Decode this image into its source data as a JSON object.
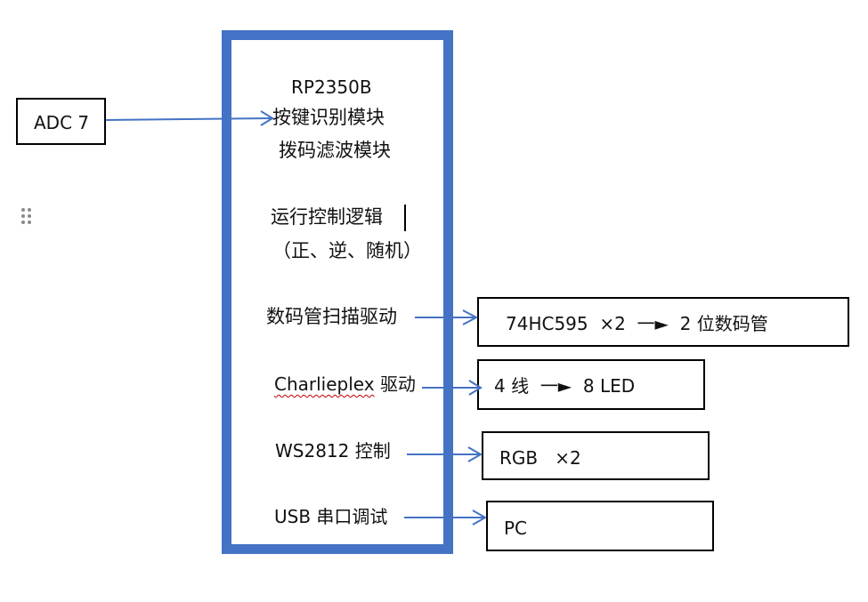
{
  "diagram": {
    "colors": {
      "mcu_border": "#4472c4",
      "arrow": "#4472c4",
      "box_border": "#000000"
    },
    "input_block": {
      "label": "ADC 7"
    },
    "mcu": {
      "title": "RP2350B",
      "modules": [
        "按键识别模块",
        "拨码滤波模块",
        "运行控制逻辑",
        "（正、逆、随机）",
        "数码管扫描驱动",
        "Charlieplex",
        "驱动",
        "WS2812 控制",
        "USB 串口调试"
      ]
    },
    "output_blocks": [
      {
        "label_a": "74HC595",
        "label_b": "×2",
        "arrow": "一►",
        "label_c": "2 位数码管"
      },
      {
        "label_a": "4 线",
        "arrow": "一►",
        "label_c": "8 LED"
      },
      {
        "label_a": "RGB",
        "label_b": "×2"
      },
      {
        "label_a": "PC"
      }
    ],
    "connections": [
      {
        "from": "ADC 7",
        "to": "按键识别模块"
      },
      {
        "from": "数码管扫描驱动",
        "to": "74HC595 ×2 → 2 位数码管"
      },
      {
        "from": "Charlieplex 驱动",
        "to": "4 线 → 8 LED"
      },
      {
        "from": "WS2812 控制",
        "to": "RGB ×2"
      },
      {
        "from": "USB 串口调试",
        "to": "PC"
      }
    ],
    "drag_handle_icon": "grip-dots-icon"
  }
}
